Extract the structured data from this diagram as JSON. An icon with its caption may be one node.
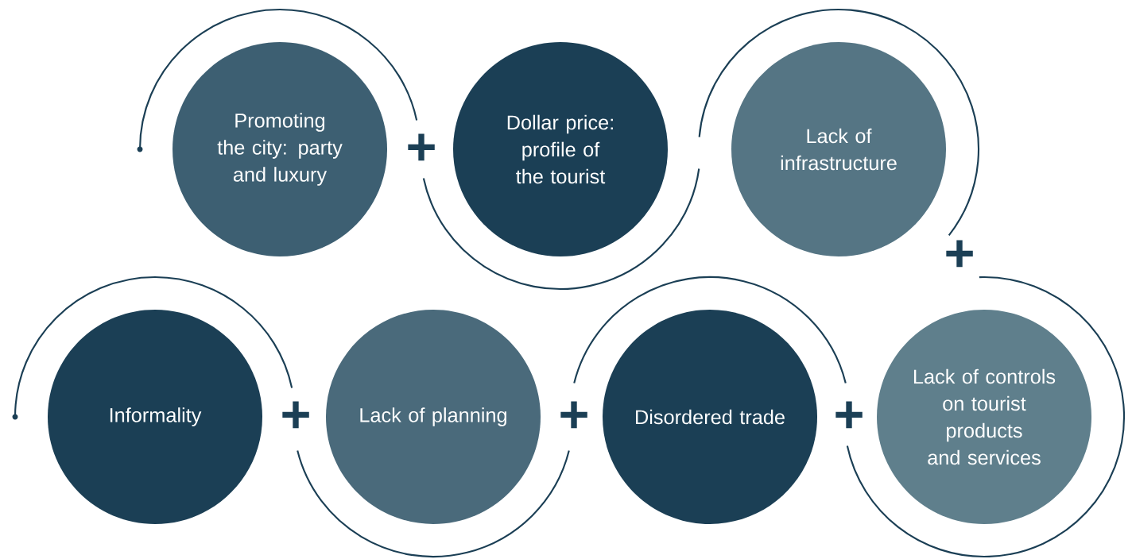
{
  "diagram": {
    "nodes": [
      {
        "text": [
          "Promoting the city: party and luxury"
        ]
      },
      {
        "text": [
          "Dollar price: profile of the tourist"
        ]
      },
      {
        "text": [
          "Lack of infrastructure"
        ]
      },
      {
        "text": [
          "Informality"
        ]
      },
      {
        "text": [
          "Lack of planning"
        ]
      },
      {
        "text": [
          "Disordered trade"
        ]
      },
      {
        "text": [
          "Lack of controls on tourist products and services"
        ]
      }
    ],
    "labels": [
      "+",
      "+",
      "+",
      "+",
      "+"
    ]
  }
}
